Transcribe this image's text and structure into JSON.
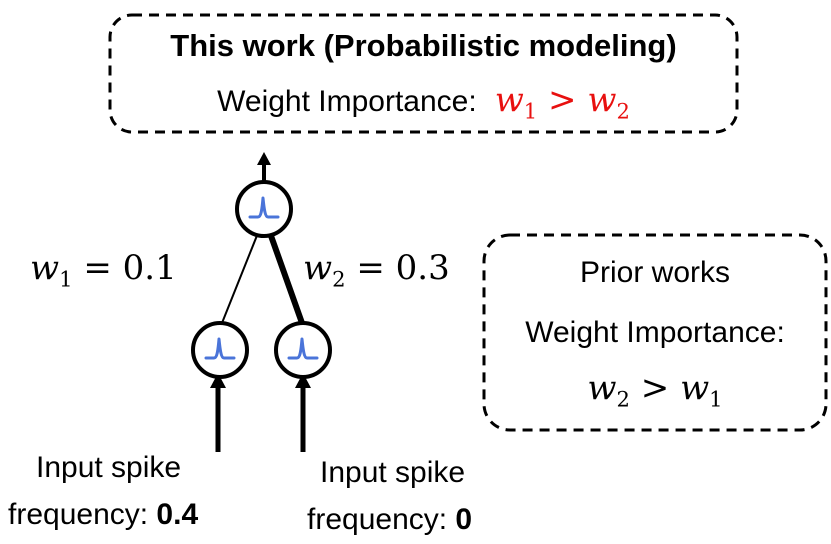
{
  "this_work": {
    "title": "This work (Probabilistic modeling)",
    "label": "Weight Importance:",
    "relation": {
      "left_var": "w",
      "left_sub": "1",
      "op": ">",
      "right_var": "w",
      "right_sub": "2"
    }
  },
  "prior_works": {
    "title": "Prior works",
    "label": "Weight Importance:",
    "relation": {
      "left_var": "w",
      "left_sub": "2",
      "op": ">",
      "right_var": "w",
      "right_sub": "1"
    }
  },
  "weights": {
    "w1": {
      "var": "w",
      "sub": "1",
      "eq": "= 0.1"
    },
    "w2": {
      "var": "w",
      "sub": "2",
      "eq": "= 0.3"
    }
  },
  "inputs": {
    "left": {
      "line1": "Input spike",
      "line2_prefix": "frequency: ",
      "value": "0.4"
    },
    "right": {
      "line1": "Input spike",
      "line2_prefix": "frequency: ",
      "value": "0"
    }
  },
  "colors": {
    "accent_red": "#e8100f",
    "neuron_spike_blue": "#4a74d9"
  },
  "icons": {
    "neuron": "neuron-spike-icon",
    "arrow": "arrow-up-icon"
  }
}
